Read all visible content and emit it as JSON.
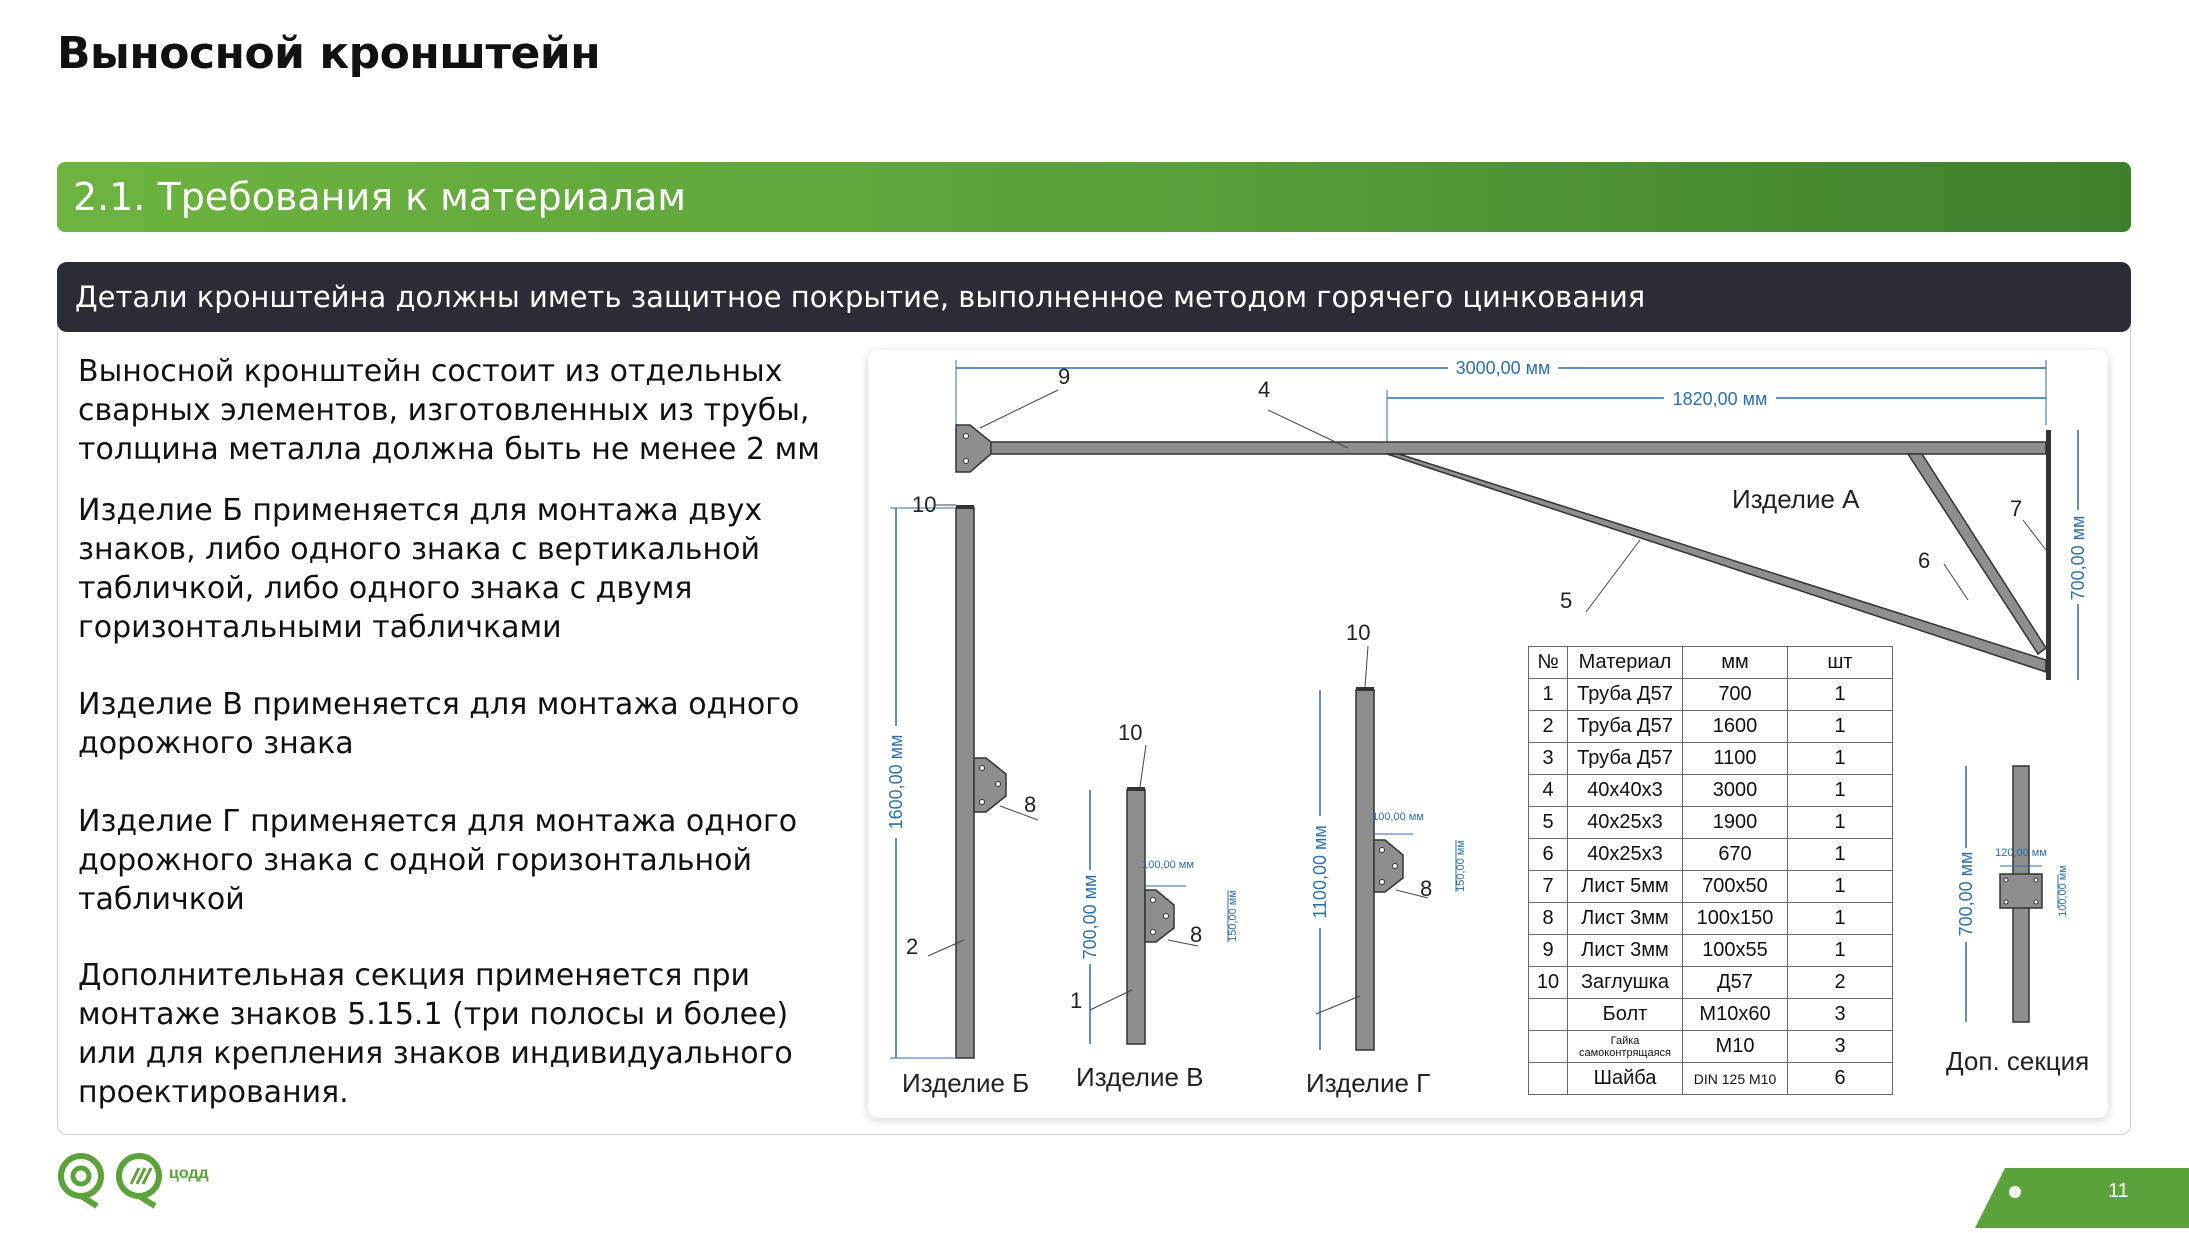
{
  "page_title": "Выносной кронштейн",
  "section_title": "2.1. Требования к материалам",
  "coating_note": "Детали кронштейна должны иметь защитное покрытие, выполненное методом горячего цинкования",
  "paragraphs": [
    "Выносной кронштейн состоит из отдельных сварных элементов, изготовленных из трубы, толщина металла должна быть не менее 2 мм",
    "Изделие Б применяется для монтажа двух знаков, либо одного знака с вертикальной табличкой, либо одного знака с двумя горизонтальными табличками",
    "Изделие В применяется для монтажа одного дорожного знака",
    "Изделие Г применяется для монтажа одного дорожного знака с одной горизонтальной табличкой",
    "Дополнительная секция применяется при монтаже знаков 5.15.1 (три полосы и более) или для крепления знаков индивидуального проектирования."
  ],
  "drawing": {
    "labels": {
      "izdelie_a": "Изделие А",
      "izdelie_b": "Изделие Б",
      "izdelie_v": "Изделие В",
      "izdelie_g": "Изделие Г",
      "dop_sekciya": "Доп. секция"
    },
    "dims": {
      "a_total": "3000,00 мм",
      "a_brace": "1820,00 мм",
      "a_height": "700,00 мм",
      "b_height": "1600,00 мм",
      "v_height": "700,00 мм",
      "v_plate_w": "100,00 мм",
      "v_plate_h": "150,00 мм",
      "g_height": "1100,00 мм",
      "g_plate_w": "100,00 мм",
      "g_plate_h": "150,00 мм",
      "d_height": "700,00 мм",
      "d_plate_w": "120,00 мм",
      "d_plate_h": "100,00 мм"
    },
    "callouts": {
      "c1": "1",
      "c2": "2",
      "c4": "4",
      "c5": "5",
      "c6": "6",
      "c7": "7",
      "c8": "8",
      "c9": "9",
      "c10": "10"
    }
  },
  "spec_table": {
    "headers": [
      "№",
      "Материал",
      "мм",
      "шт"
    ],
    "rows": [
      [
        "1",
        "Труба Д57",
        "700",
        "1"
      ],
      [
        "2",
        "Труба Д57",
        "1600",
        "1"
      ],
      [
        "3",
        "Труба Д57",
        "1100",
        "1"
      ],
      [
        "4",
        "40х40х3",
        "3000",
        "1"
      ],
      [
        "5",
        "40х25х3",
        "1900",
        "1"
      ],
      [
        "6",
        "40х25х3",
        "670",
        "1"
      ],
      [
        "7",
        "Лист 5мм",
        "700х50",
        "1"
      ],
      [
        "8",
        "Лист 3мм",
        "100х150",
        "1"
      ],
      [
        "9",
        "Лист 3мм",
        "100х55",
        "1"
      ],
      [
        "10",
        "Заглушка",
        "Д57",
        "2"
      ],
      [
        "",
        "Болт",
        "М10х60",
        "3"
      ],
      [
        "",
        "Гайка самоконтрящаяся",
        "М10",
        "3"
      ],
      [
        "",
        "Шайба",
        "DIN 125 M10",
        "6"
      ]
    ]
  },
  "footer": {
    "logo_text": "цодд",
    "page_number": "11"
  },
  "colors": {
    "green": "#5ba33a",
    "dark": "#2a2d35",
    "dim_blue": "#2a6fb0"
  }
}
